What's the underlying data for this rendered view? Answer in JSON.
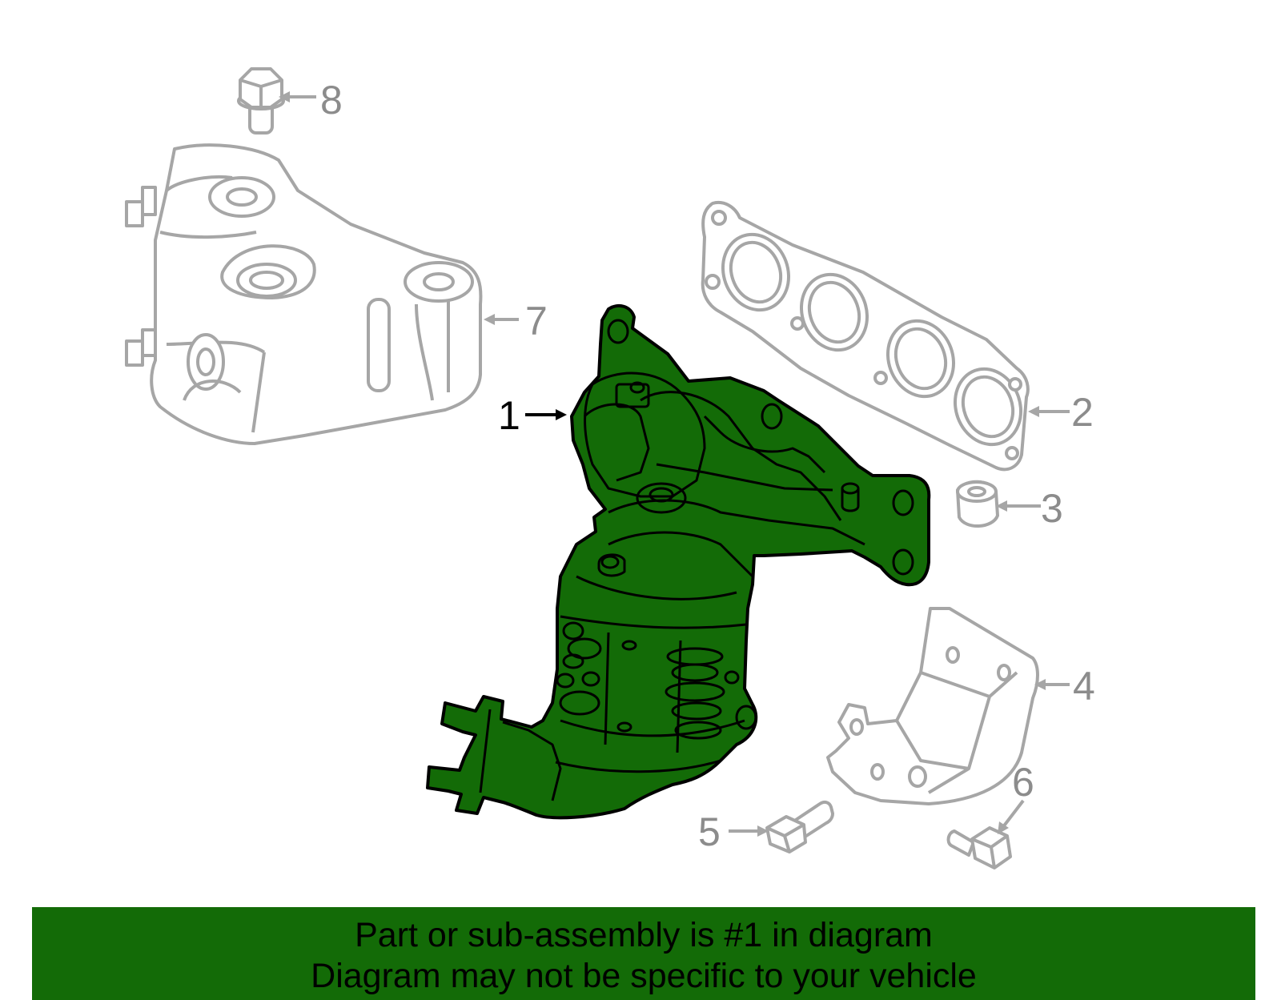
{
  "colors": {
    "highlight_fill": "#136b07",
    "part_outline": "#a6a6a6",
    "callout_text": "#8c8c8c",
    "banner_bg": "#136b07"
  },
  "callouts": [
    {
      "number": "1",
      "part": "exhaust manifold with catalytic converter",
      "highlighted": true
    },
    {
      "number": "2",
      "part": "manifold gasket"
    },
    {
      "number": "3",
      "part": "nut"
    },
    {
      "number": "4",
      "part": "bracket"
    },
    {
      "number": "5",
      "part": "bolt"
    },
    {
      "number": "6",
      "part": "bolt"
    },
    {
      "number": "7",
      "part": "heat shield"
    },
    {
      "number": "8",
      "part": "bolt"
    }
  ],
  "banner": {
    "line1": "Part or sub-assembly is #1 in diagram",
    "line2": "Diagram may not be specific to your vehicle"
  }
}
